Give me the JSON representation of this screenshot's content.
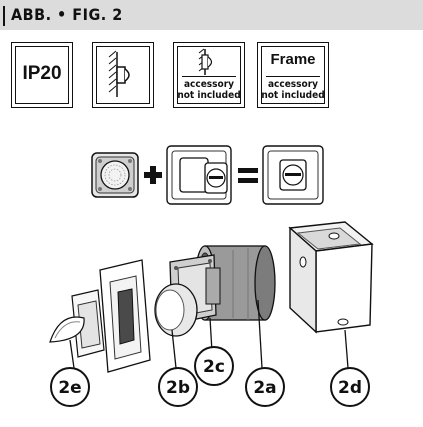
{
  "header": {
    "title": "ABB. • FIG. 2"
  },
  "boxes": {
    "ip": "IP20",
    "accessory_line1": "accessory",
    "accessory_line2": "not included",
    "frame_title": "Frame",
    "frame_line1": "accessory",
    "frame_line2": "not included"
  },
  "callouts": {
    "c2e": "2e",
    "c2b": "2b",
    "c2c": "2c",
    "c2a": "2a",
    "c2d": "2d"
  },
  "colors": {
    "header_bg": "#dcdcdc",
    "line": "#111111"
  }
}
